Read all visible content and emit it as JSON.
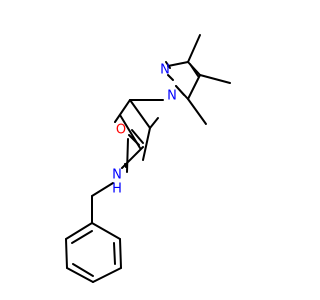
{
  "colors": {
    "bond": "#000000",
    "nitrogen": "#0000ff",
    "oxygen": "#ff0000",
    "background": "#ffffff"
  },
  "atoms": {
    "o1": {
      "symbol": "O",
      "color": "#ff0000"
    },
    "n_amide": {
      "symbol": "N",
      "h": "H",
      "color": "#0000ff"
    },
    "n1": {
      "symbol": "N",
      "color": "#0000ff"
    },
    "n2": {
      "symbol": "N",
      "color": "#0000ff"
    }
  }
}
